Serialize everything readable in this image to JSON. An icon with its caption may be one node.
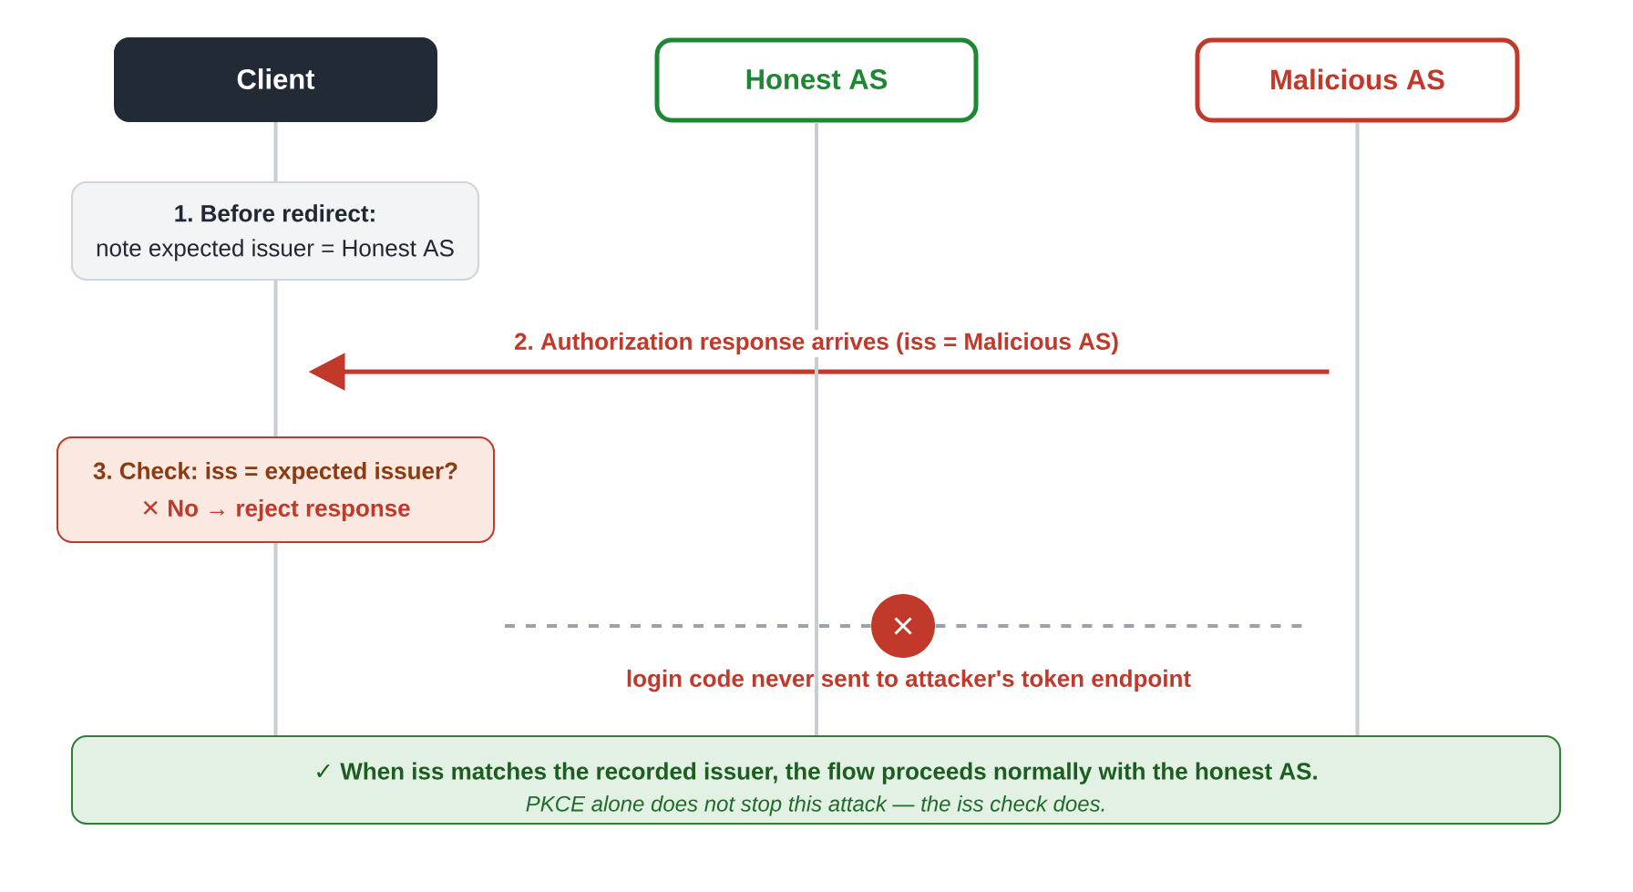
{
  "diagram": {
    "nodes": [
      {
        "text": [
          "Client"
        ]
      },
      {
        "text": [
          "Honest AS"
        ]
      },
      {
        "text": [
          "Malicious AS"
        ]
      },
      {
        "text": [
          "1. Before redirect:",
          "note expected issuer = Honest AS"
        ]
      },
      {
        "text": [
          "3. Check: iss = expected issuer?",
          "✕ No → reject response"
        ]
      },
      {
        "text": [],
        "shape": "circle",
        "beside": [
          "login code never sent to attacker's token endpoint"
        ]
      },
      {
        "text": [
          "✓ When iss matches the recorded issuer, the flow proceeds normally with the honest AS.",
          "PKCE alone does not stop this attack — the iss check does."
        ]
      }
    ],
    "edges": [
      {
        "from": 2,
        "to": 0,
        "arrow": "to",
        "label": "2. Authorization response arrives (iss = Malicious AS)",
        "color": "#c0392b"
      },
      {
        "from": null,
        "to": 5,
        "arrow": "none",
        "style": "dashed"
      },
      {
        "from": 5,
        "to": 2,
        "arrow": "none",
        "style": "dashed"
      },
      {
        "from": 1,
        "to": 6,
        "arrow": "none",
        "color": "#c8cdd2"
      }
    ]
  }
}
